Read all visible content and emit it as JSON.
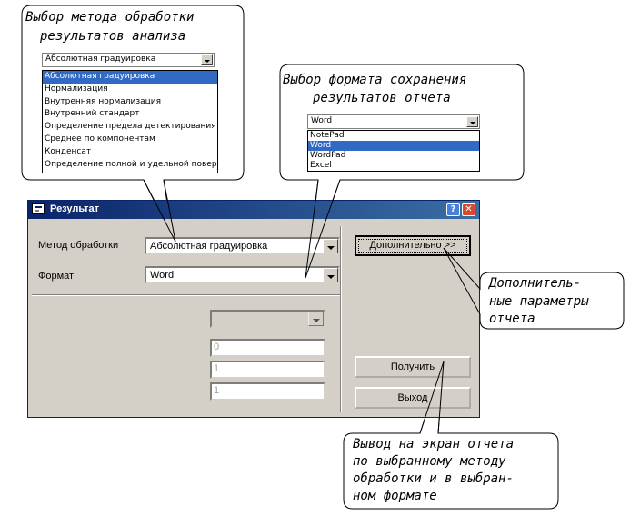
{
  "callout_method": {
    "title_line1": "Выбор метода обработки",
    "title_line2": "результатов анализа",
    "combo_value": "Абсолютная градуировка",
    "options": [
      "Абсолютная градуировка",
      "Нормализация",
      "Внутренняя нормализация",
      "Внутренний стандарт",
      "Определение предела детектирования",
      "Среднее по компонентам",
      "Конденсат",
      "Определение полной и удельной поверхн"
    ]
  },
  "callout_format": {
    "title_line1": "Выбор формата сохранения",
    "title_line2": "результатов отчета",
    "combo_value": "Word",
    "options": [
      "NotePad",
      "Word",
      "WordPad",
      "Excel"
    ]
  },
  "window": {
    "title": "Результат",
    "method_label": "Метод обработки",
    "method_value": "Абсолютная градуировка",
    "format_label": "Формат",
    "format_value": "Word",
    "additional_button": "Дополнительно >>",
    "get_button": "Получить",
    "exit_button": "Выход",
    "field1": "0",
    "field2": "1",
    "field3": "1"
  },
  "callout_additional": {
    "line1": "Дополнитель-",
    "line2": "ные параметры",
    "line3": "отчета"
  },
  "callout_output": {
    "line1": "Вывод на экран отчета",
    "line2": "по выбранному методу",
    "line3": "обработки и в выбран-",
    "line4": "ном формате"
  }
}
